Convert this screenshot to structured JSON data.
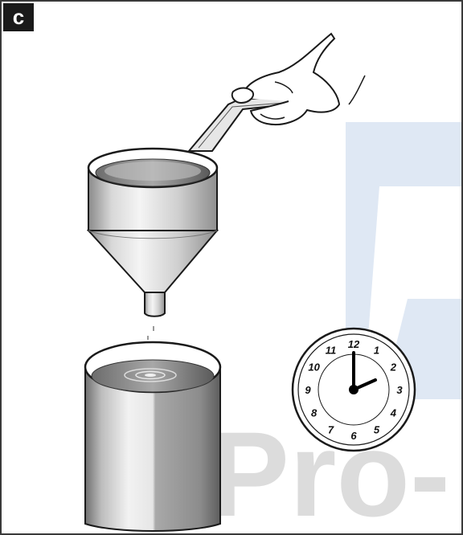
{
  "panel": {
    "label": "c"
  },
  "watermark": {
    "text": "Pro-",
    "logo_letter": "P",
    "color": "#dbe6f3",
    "gray": "#dcdcdc"
  },
  "clock": {
    "numbers": [
      "12",
      "1",
      "2",
      "3",
      "4",
      "5",
      "6",
      "7",
      "8",
      "9",
      "10",
      "11"
    ],
    "time_shown": "2:00"
  },
  "icons": {
    "hand": "hand-holding-handle-icon",
    "funnel": "funnel-icon",
    "cup": "cup-icon",
    "clock": "clock-icon"
  }
}
